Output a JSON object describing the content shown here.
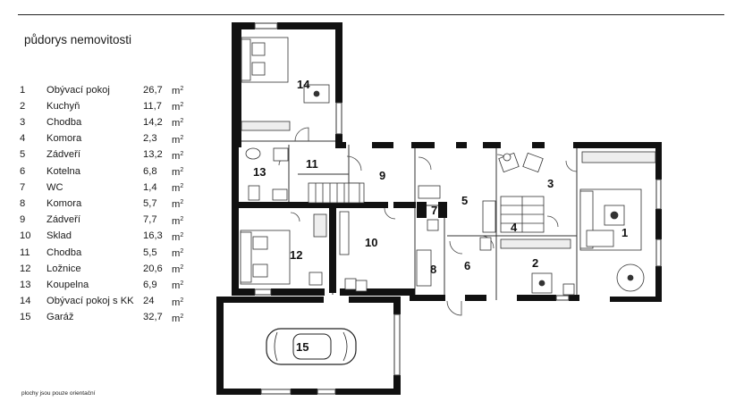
{
  "title": "půdorys nemovitosti",
  "unit": "m",
  "unit_exp": "2",
  "note": "plochy jsou pouze orientační",
  "rooms": [
    {
      "no": "1",
      "name": "Obývací pokoj",
      "area": "26,7"
    },
    {
      "no": "2",
      "name": "Kuchyň",
      "area": "11,7"
    },
    {
      "no": "3",
      "name": "Chodba",
      "area": "14,2"
    },
    {
      "no": "4",
      "name": "Komora",
      "area": "2,3"
    },
    {
      "no": "5",
      "name": "Zádveří",
      "area": "13,2"
    },
    {
      "no": "6",
      "name": "Kotelna",
      "area": "6,8"
    },
    {
      "no": "7",
      "name": "WC",
      "area": "1,4"
    },
    {
      "no": "8",
      "name": "Komora",
      "area": "5,7"
    },
    {
      "no": "9",
      "name": "Zádveří",
      "area": "7,7"
    },
    {
      "no": "10",
      "name": "Sklad",
      "area": "16,3"
    },
    {
      "no": "11",
      "name": "Chodba",
      "area": "5,5"
    },
    {
      "no": "12",
      "name": "Ložnice",
      "area": "20,6"
    },
    {
      "no": "13",
      "name": "Koupelna",
      "area": "6,9"
    },
    {
      "no": "14",
      "name": "Obývací pokoj s KK",
      "area": "24"
    },
    {
      "no": "15",
      "name": "Garáž",
      "area": "32,7"
    }
  ]
}
